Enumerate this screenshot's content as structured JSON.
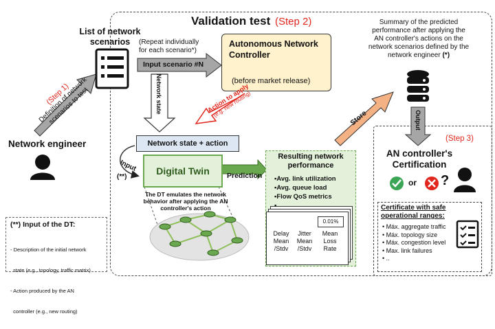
{
  "title": "Validation test",
  "step2": "(Step 2)",
  "step1": "(Step 1)",
  "step1_desc": [
    "Definition of network",
    "scenarios to test"
  ],
  "step3": "(Step 3)",
  "list_title": [
    "List of network",
    "scenarios"
  ],
  "repeat_note": [
    "(Repeat individually",
    "for each scenario*)"
  ],
  "input_scenario": "Input scenario #N",
  "controller_title": [
    "Autonomous Network",
    "Controller"
  ],
  "controller_note": "(before market release)",
  "network_state_label": "Network state",
  "action_label": "Action to apply",
  "action_example": "(e.g. new routing)",
  "state_action_box": "Network state + action",
  "input_label": "Input",
  "input_mark": "(**)",
  "digital_twin": "Digital Twin",
  "prediction": "Prediction",
  "dt_caption": [
    "The DT emulates the network",
    "behavior after applying the AN",
    "controller's action"
  ],
  "result_title": [
    "Resulting network",
    "performance"
  ],
  "metrics": [
    "▪Avg. link utilization",
    "▪Avg. queue load",
    "▪Flow QoS metrics",
    "▪..."
  ],
  "card1": [
    "Delay",
    "Mean",
    "/Stdv"
  ],
  "card2": [
    "Jitter",
    "Mean",
    "/Stdv"
  ],
  "card3": [
    "Mean",
    "Loss",
    "Rate"
  ],
  "loss_value": "0.01%",
  "store": "Store",
  "output": "Output",
  "summary": [
    "Summary of the predicted",
    "performance after applying the",
    "AN controller's actions on the",
    "network scenarios defined by the",
    "network engineer"
  ],
  "summary_mark": "(*)",
  "network_engineer": "Network engineer",
  "cert_title": [
    "AN controller's",
    "Certification"
  ],
  "or_text": "or",
  "question_mark": "?",
  "input_dt_title": "(**) Input of the DT:",
  "input_dt_items": [
    "- Description of the initial network",
    "  state (e.g., topology, traffic matrix)",
    "- Action produced by the AN",
    "  controller (e.g., new routing)"
  ],
  "certificate_title": [
    "Certificate with safe",
    "operational ranges:"
  ],
  "certificate_items": [
    "Máx. aggregate traffic",
    "Máx. topology size",
    "Máx. congestion level",
    "Max. link failures",
    ".."
  ],
  "colors": {
    "red": "#e0261d",
    "green_border": "#6aa84f",
    "green_fill": "#e4f1da",
    "salmon": "#f4b183",
    "gray_arrow": "#a6a6a6",
    "blue_box": "#dde7f3"
  }
}
